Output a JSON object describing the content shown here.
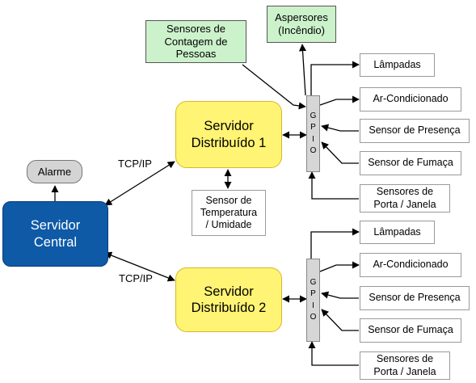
{
  "central": {
    "line1": "Servidor",
    "line2": "Central"
  },
  "alarm": "Alarme",
  "server1": {
    "line1": "Servidor",
    "line2": "Distribuído 1"
  },
  "server2": {
    "line1": "Servidor",
    "line2": "Distribuído 2"
  },
  "tcp_label_top": "TCP/IP",
  "tcp_label_bottom": "TCP/IP",
  "people_counter": {
    "line1": "Sensores de",
    "line2": "Contagem de",
    "line3": "Pessoas"
  },
  "sprinklers": {
    "line1": "Aspersores",
    "line2": "(Incêndio)"
  },
  "temp_sensor": {
    "line1": "Sensor de",
    "line2": "Temperatura",
    "line3": "/ Umidade"
  },
  "gpio_letters": [
    "G",
    "P",
    "I",
    "O"
  ],
  "devices_top": {
    "lamps": "Lâmpadas",
    "ac": "Ar-Condicionado",
    "presence": "Sensor de Presença",
    "smoke": "Sensor de Fumaça",
    "door_line1": "Sensores de",
    "door_line2": "Porta / Janela"
  },
  "devices_bottom": {
    "lamps": "Lâmpadas",
    "ac": "Ar-Condicionado",
    "presence": "Sensor de Presença",
    "smoke": "Sensor de Fumaça",
    "door_line1": "Sensores de",
    "door_line2": "Porta / Janela"
  },
  "colors": {
    "central_fill": "#0e5aa6",
    "distributed_fill": "#fff473",
    "green_fill": "#ccf2cc",
    "gpio_fill": "#d6d6d6",
    "alarm_fill": "#d4d4d4"
  }
}
